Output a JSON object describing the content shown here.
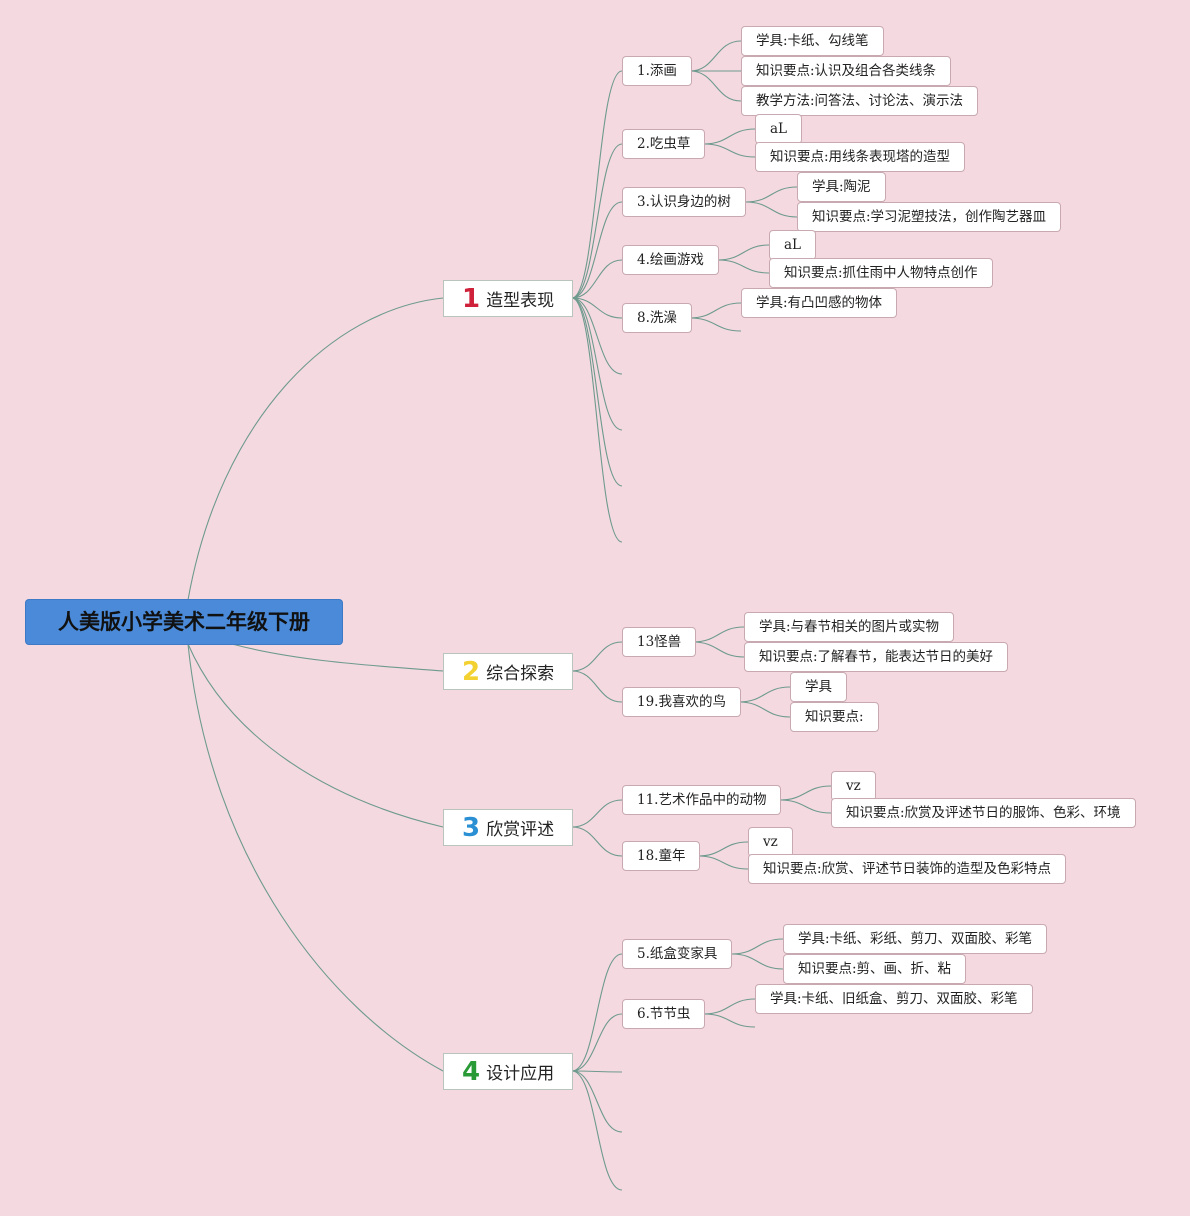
{
  "root": {
    "title": "人美版小学美术二年级下册"
  },
  "categories": [
    {
      "num": "1",
      "color": "#d0213b",
      "label": "造型表现",
      "lessons": [
        {
          "label": "1.添画",
          "leaves": [
            "学具:卡纸、勾线笔",
            "知识要点:认识及组合各类线条",
            "教学方法:问答法、讨论法、演示法"
          ]
        },
        {
          "label": "2.吃虫草",
          "leaves": [
            "aL",
            "知识要点:用线条表现塔的造型"
          ]
        },
        {
          "label": "3.认识身边的树",
          "leaves": [
            "学具:陶泥",
            "知识要点:学习泥塑技法，创作陶艺器皿"
          ]
        },
        {
          "label": "4.绘画游戏",
          "leaves": [
            "aL",
            "知识要点:抓住雨中人物特点创作"
          ]
        },
        {
          "label": "8.洗澡",
          "leaves": [
            "学具:有凸凹感的物体"
          ]
        }
      ]
    },
    {
      "num": "2",
      "color": "#f2d130",
      "label": "综合探索",
      "lessons": [
        {
          "label": "13怪兽",
          "leaves": [
            "学具:与春节相关的图片或实物",
            "知识要点:了解春节，能表达节日的美好"
          ]
        },
        {
          "label": "19.我喜欢的鸟",
          "leaves": [
            "学具",
            "知识要点:"
          ]
        }
      ]
    },
    {
      "num": "3",
      "color": "#2b8fd4",
      "label": "欣赏评述",
      "lessons": [
        {
          "label": "11.艺术作品中的动物",
          "leaves": [
            "vz",
            "知识要点:欣赏及评述节日的服饰、色彩、环境"
          ]
        },
        {
          "label": "18.童年",
          "leaves": [
            "vz",
            "知识要点:欣赏、评述节日装饰的造型及色彩特点"
          ]
        }
      ]
    },
    {
      "num": "4",
      "color": "#2a9a37",
      "label": "设计应用",
      "lessons": [
        {
          "label": "5.纸盒变家具",
          "leaves": [
            "学具:卡纸、彩纸、剪刀、双面胶、彩笔",
            "知识要点:剪、画、折、粘"
          ]
        },
        {
          "label": "6.节节虫",
          "leaves": [
            "学具:卡纸、旧纸盒、剪刀、双面胶、彩笔"
          ]
        }
      ]
    }
  ]
}
